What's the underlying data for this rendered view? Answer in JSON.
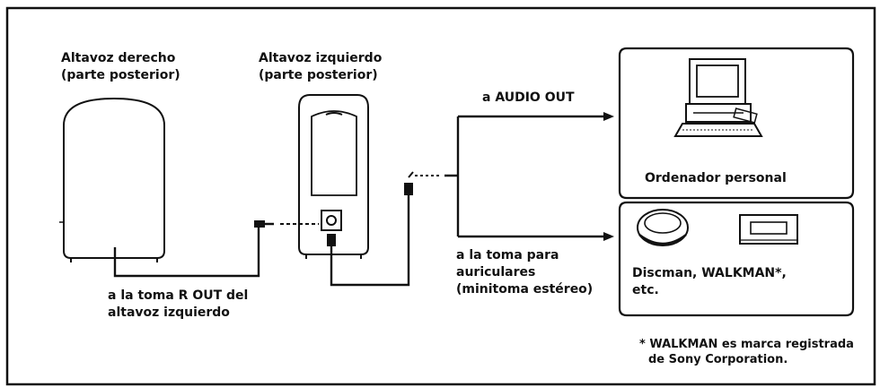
{
  "right_speaker": {
    "title": "Altavoz derecho",
    "subtitle": "(parte posterior)"
  },
  "left_speaker": {
    "title": "Altavoz izquierdo",
    "subtitle": "(parte posterior)"
  },
  "audio_out_label": "a AUDIO OUT",
  "computer": {
    "label": "Ordenador personal"
  },
  "portable": {
    "label_line1": "Discman, WALKMAN*,",
    "label_line2": "etc."
  },
  "headphone_label": {
    "line1": "a la toma para",
    "line2": "auriculares",
    "line3": "(minitoma estéreo)"
  },
  "rout_label": {
    "line1": "a la toma R OUT del",
    "line2": "altavoz izquierdo"
  },
  "footnote": {
    "line1": "* WALKMAN es marca registrada",
    "line2": "de Sony Corporation."
  },
  "colors": {
    "ink": "#111111",
    "paper": "#ffffff"
  }
}
